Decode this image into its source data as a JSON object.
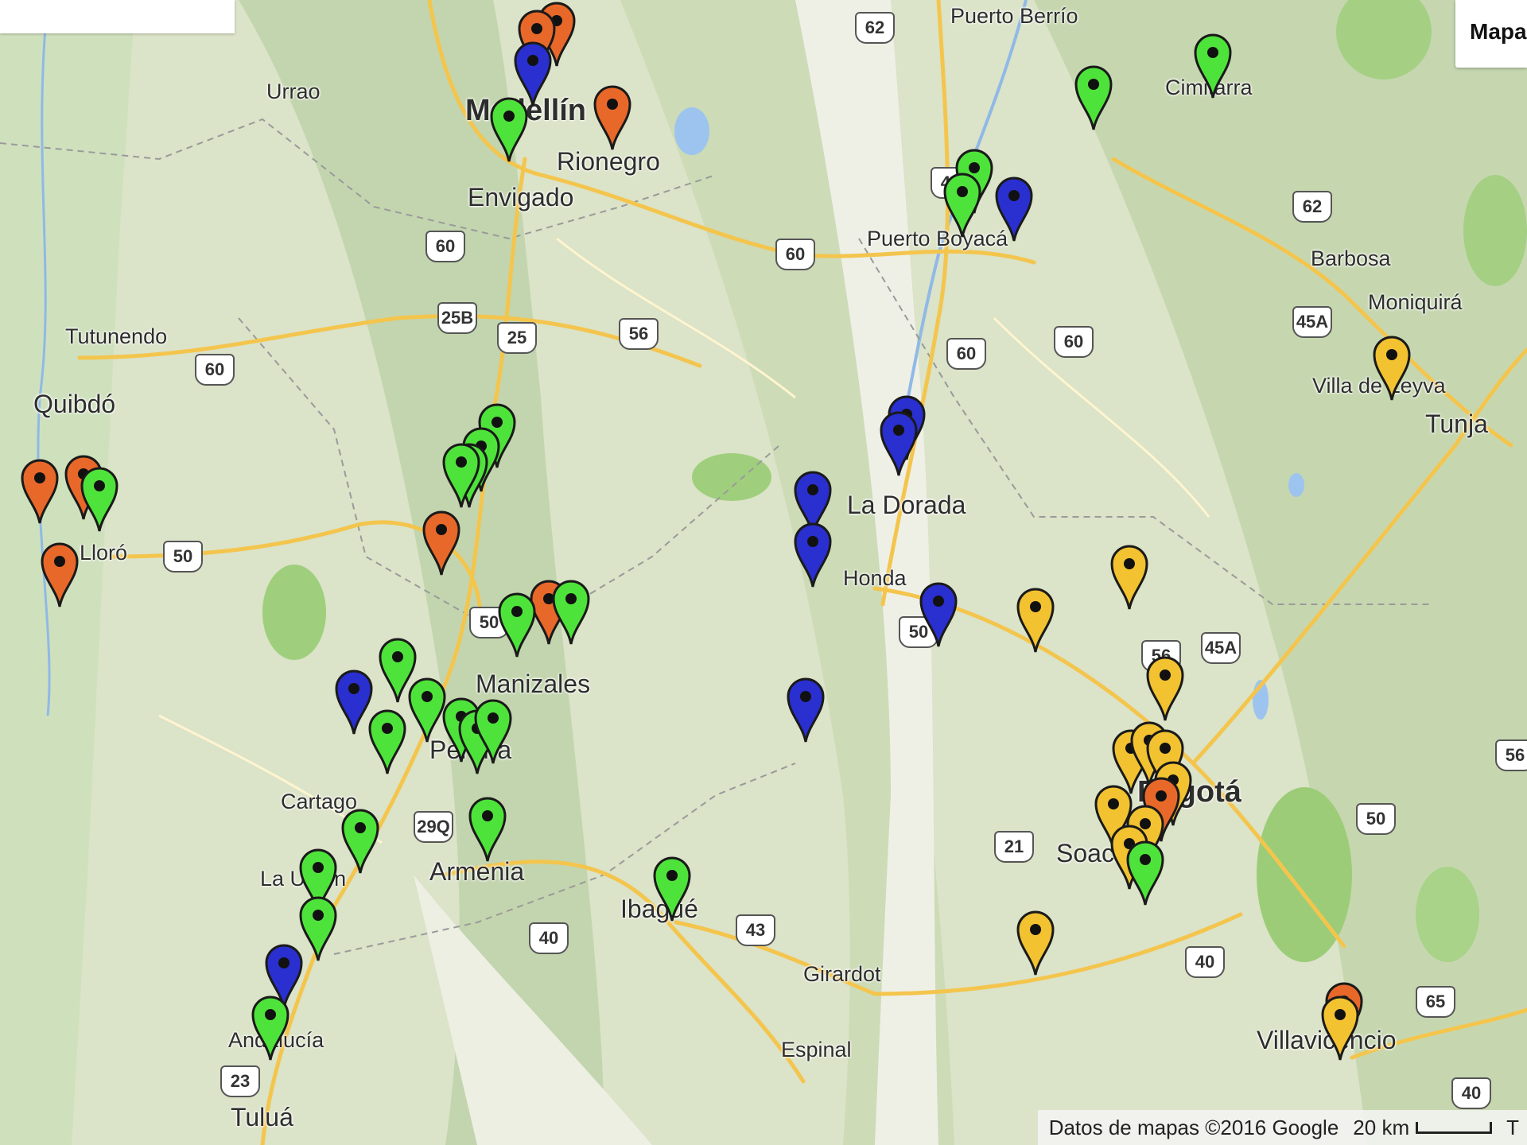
{
  "map_type_button": {
    "label": "Mapa"
  },
  "attribution": {
    "text": "Datos de mapas ©2016 Google",
    "scale_label": "20 km",
    "trailing": "T"
  },
  "places": [
    {
      "name": "Urrao",
      "size": "small"
    },
    {
      "name": "Medellín",
      "size": "large"
    },
    {
      "name": "Rionegro",
      "size": "medium"
    },
    {
      "name": "Envigado",
      "size": "medium"
    },
    {
      "name": "Puerto Berrío",
      "size": "small"
    },
    {
      "name": "Cimitarra",
      "size": "small"
    },
    {
      "name": "Puerto Boyacá",
      "size": "small"
    },
    {
      "name": "Barbosa",
      "size": "small"
    },
    {
      "name": "Moniquirá",
      "size": "small"
    },
    {
      "name": "Villa de Leyva",
      "size": "small"
    },
    {
      "name": "Tunja",
      "size": "medium"
    },
    {
      "name": "Tutunendo",
      "size": "small"
    },
    {
      "name": "Quibdó",
      "size": "medium"
    },
    {
      "name": "Lloró",
      "size": "small"
    },
    {
      "name": "La Dorada",
      "size": "medium"
    },
    {
      "name": "Honda",
      "size": "small"
    },
    {
      "name": "Manizales",
      "size": "medium"
    },
    {
      "name": "Pereira",
      "size": "medium"
    },
    {
      "name": "Cartago",
      "size": "small"
    },
    {
      "name": "La Unión",
      "size": "small"
    },
    {
      "name": "Armenia",
      "size": "medium"
    },
    {
      "name": "Ibagué",
      "size": "medium"
    },
    {
      "name": "Girardot",
      "size": "small"
    },
    {
      "name": "Espinal",
      "size": "small"
    },
    {
      "name": "Bogotá",
      "size": "large"
    },
    {
      "name": "Soacha",
      "size": "medium"
    },
    {
      "name": "Villavicencio",
      "size": "medium"
    },
    {
      "name": "Andalucía",
      "size": "small"
    },
    {
      "name": "Tuluá",
      "size": "medium"
    }
  ],
  "road_shields": [
    "62",
    "62",
    "60",
    "60",
    "60",
    "60",
    "60",
    "45",
    "25B",
    "25",
    "56",
    "50",
    "50",
    "50",
    "56",
    "45A",
    "45A",
    "56",
    "50",
    "29Q",
    "21",
    "40",
    "43",
    "40",
    "23",
    "65",
    "40"
  ],
  "colors": {
    "orange": "#e8682a",
    "blue": "#2a2fd0",
    "green": "#4ee33a",
    "yellow": "#f2c230"
  },
  "markers": [
    {
      "color": "orange"
    },
    {
      "color": "orange"
    },
    {
      "color": "blue"
    },
    {
      "color": "green"
    },
    {
      "color": "orange"
    },
    {
      "color": "green"
    },
    {
      "color": "green"
    },
    {
      "color": "green"
    },
    {
      "color": "blue"
    },
    {
      "color": "green"
    },
    {
      "color": "yellow"
    },
    {
      "color": "orange"
    },
    {
      "color": "orange"
    },
    {
      "color": "green"
    },
    {
      "color": "orange"
    },
    {
      "color": "green"
    },
    {
      "color": "green"
    },
    {
      "color": "green"
    },
    {
      "color": "green"
    },
    {
      "color": "orange"
    },
    {
      "color": "blue"
    },
    {
      "color": "blue"
    },
    {
      "color": "blue"
    },
    {
      "color": "blue"
    },
    {
      "color": "blue"
    },
    {
      "color": "blue"
    },
    {
      "color": "orange"
    },
    {
      "color": "green"
    },
    {
      "color": "green"
    },
    {
      "color": "green"
    },
    {
      "color": "blue"
    },
    {
      "color": "green"
    },
    {
      "color": "green"
    },
    {
      "color": "green"
    },
    {
      "color": "green"
    },
    {
      "color": "green"
    },
    {
      "color": "green"
    },
    {
      "color": "green"
    },
    {
      "color": "green"
    },
    {
      "color": "green"
    },
    {
      "color": "blue"
    },
    {
      "color": "green"
    },
    {
      "color": "green"
    },
    {
      "color": "yellow"
    },
    {
      "color": "yellow"
    },
    {
      "color": "yellow"
    },
    {
      "color": "yellow"
    },
    {
      "color": "yellow"
    },
    {
      "color": "yellow"
    },
    {
      "color": "yellow"
    },
    {
      "color": "orange"
    },
    {
      "color": "yellow"
    },
    {
      "color": "yellow"
    },
    {
      "color": "yellow"
    },
    {
      "color": "green"
    },
    {
      "color": "yellow"
    },
    {
      "color": "orange"
    },
    {
      "color": "yellow"
    }
  ]
}
